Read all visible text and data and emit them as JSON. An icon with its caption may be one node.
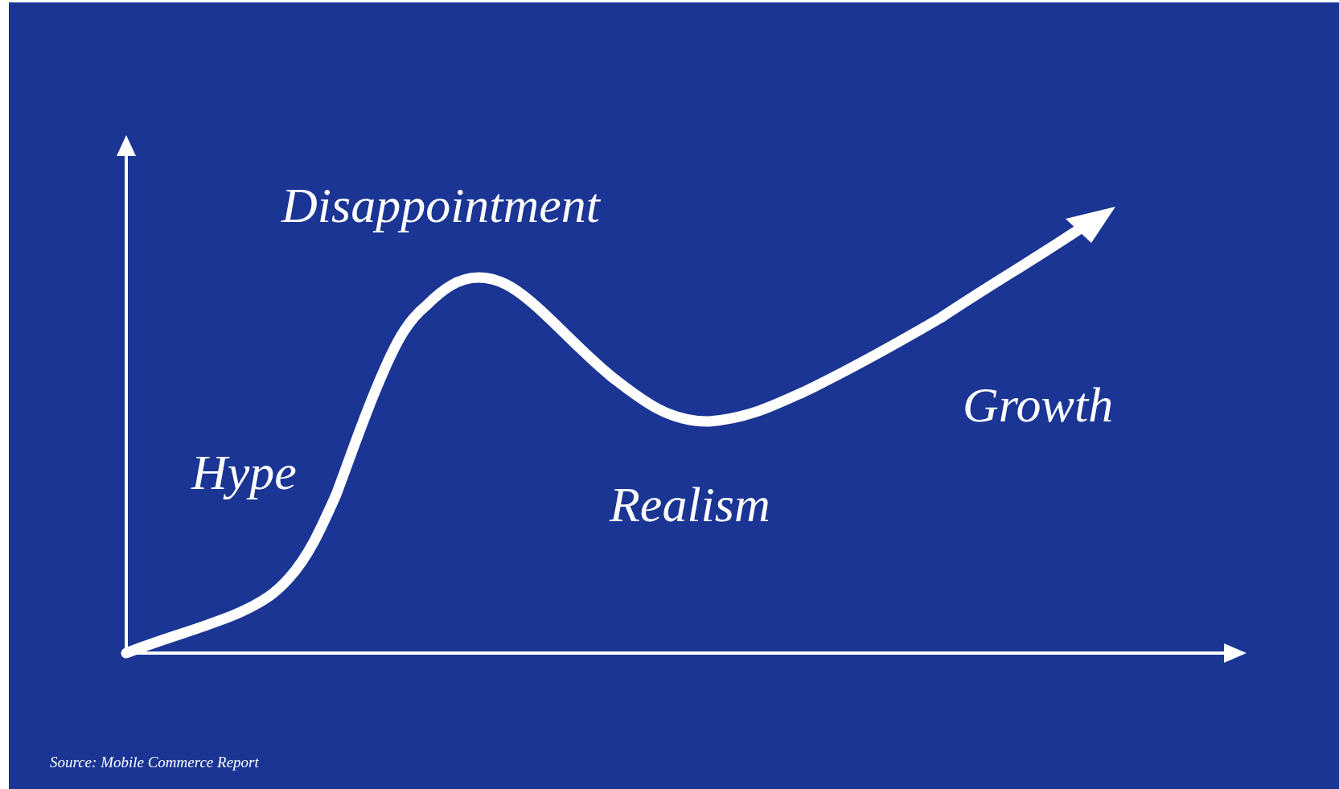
{
  "diagram": {
    "labels": [
      "Disappointment",
      "Growth",
      "Hype",
      "Realism",
      "Source: Mobile Commerce Report"
    ]
  }
}
